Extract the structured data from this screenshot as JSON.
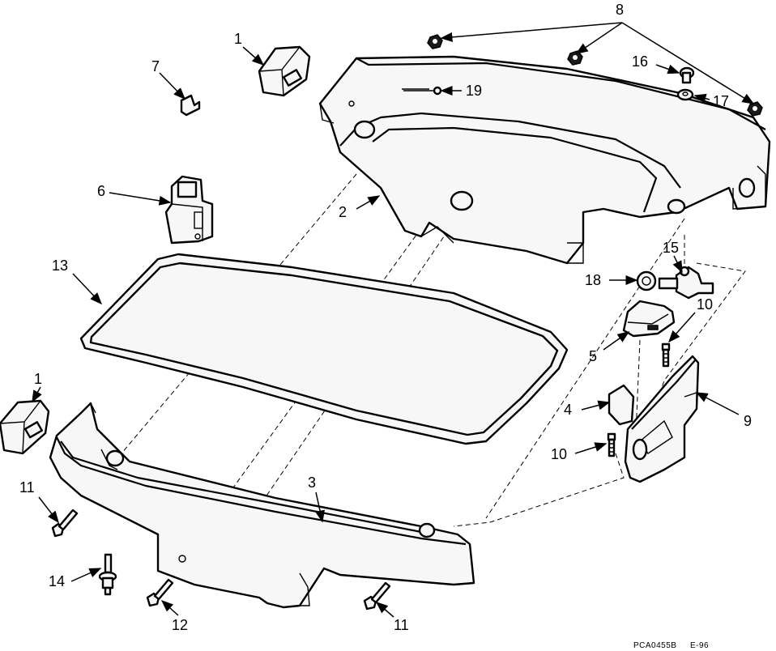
{
  "callouts": {
    "c1a": "1",
    "c1b": "1",
    "c2": "2",
    "c3": "3",
    "c4": "4",
    "c5": "5",
    "c6": "6",
    "c7": "7",
    "c8": "8",
    "c9": "9",
    "c10a": "10",
    "c10b": "10",
    "c11a": "11",
    "c11b": "11",
    "c12": "12",
    "c13": "13",
    "c14": "14",
    "c15": "15",
    "c16": "16",
    "c17": "17",
    "c18": "18",
    "c19": "19"
  },
  "reference": {
    "code": "PCA0455B",
    "date": "E-96"
  }
}
